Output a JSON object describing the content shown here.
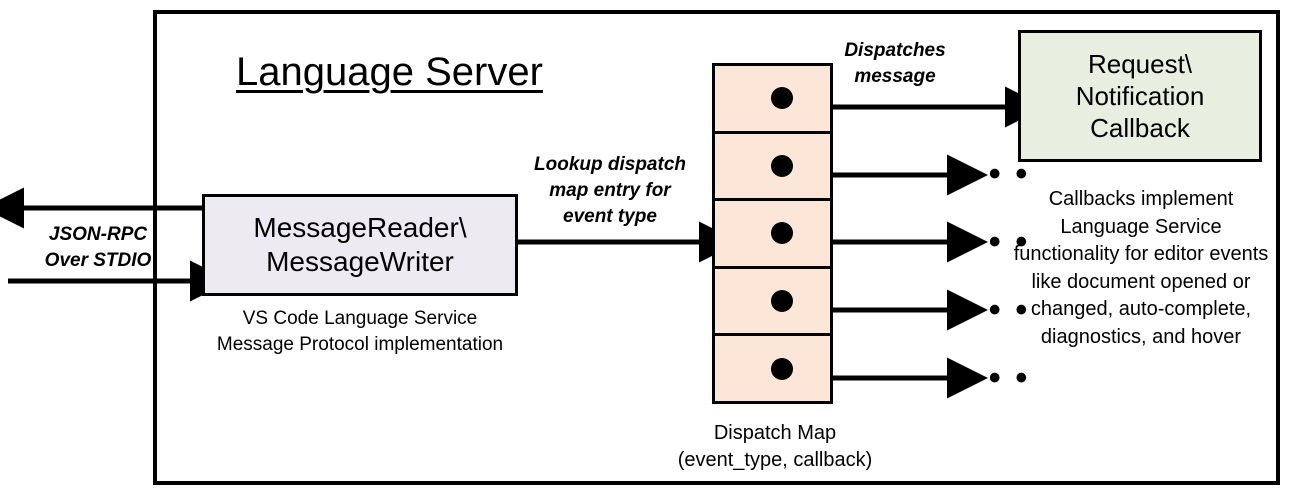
{
  "title": "Language Server",
  "reader": {
    "line1": "MessageReader\\",
    "line2": "MessageWriter",
    "caption_line1": "VS Code Language Service",
    "caption_line2": "Message Protocol implementation"
  },
  "io": {
    "label_line1": "JSON-RPC",
    "label_line2": "Over STDIO"
  },
  "lookup": {
    "line1": "Lookup dispatch",
    "line2": "map entry for",
    "line3": "event type"
  },
  "dispatch": {
    "label_line1": "Dispatches",
    "label_line2": "message",
    "caption_line1": "Dispatch Map",
    "caption_line2": "(event_type, callback)",
    "cells": [
      {
        "name": "dispatch-entry-1",
        "target": "callback-box"
      },
      {
        "name": "dispatch-entry-2",
        "target": "ellipsis"
      },
      {
        "name": "dispatch-entry-3",
        "target": "ellipsis"
      },
      {
        "name": "dispatch-entry-4",
        "target": "ellipsis"
      },
      {
        "name": "dispatch-entry-5",
        "target": "ellipsis"
      }
    ],
    "ellipsis_glyph": "• • •"
  },
  "callback": {
    "line1": "Request\\",
    "line2": "Notification",
    "line3": "Callback",
    "caption": "Callbacks implement Language Service functionality for editor events like document opened or changed, auto-complete, diagnostics, and hover"
  },
  "colors": {
    "reader_fill": "#EDEAF2",
    "map_fill": "#FBE6D8",
    "callback_fill": "#E8EFE0",
    "stroke": "#000000",
    "background": "#FFFFFF"
  }
}
